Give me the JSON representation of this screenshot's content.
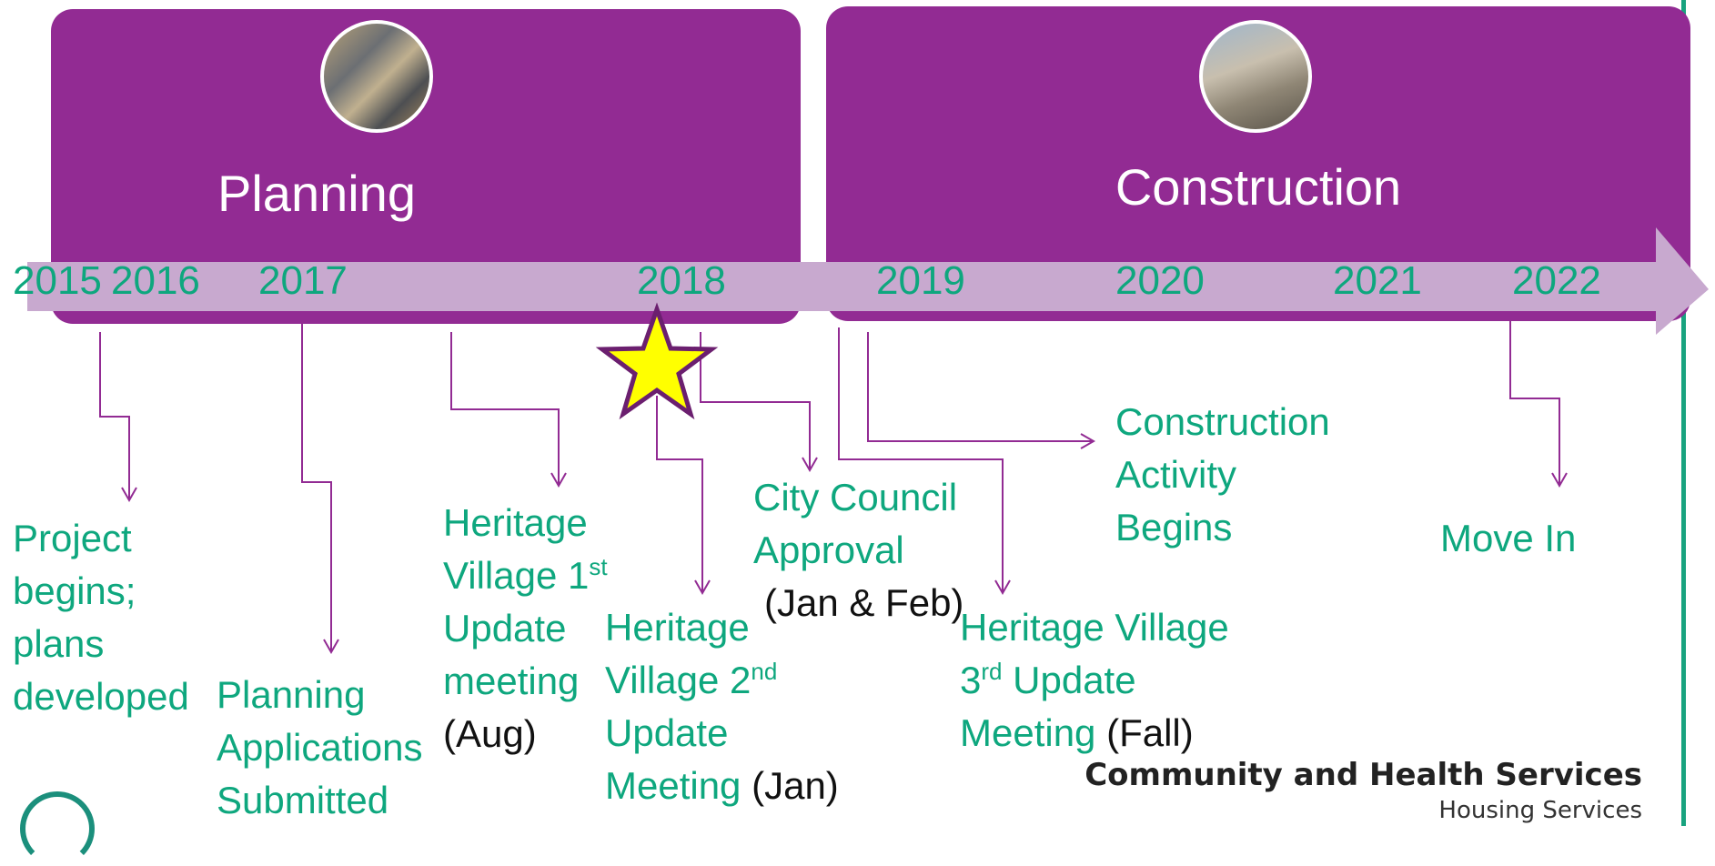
{
  "phases": {
    "planning": {
      "title": "Planning",
      "photo_icon": "building-photo-icon"
    },
    "construction": {
      "title": "Construction",
      "photo_icon": "building-photo-icon"
    }
  },
  "years": [
    "2015",
    "2016",
    "2017",
    "2018",
    "2019",
    "2020",
    "2021",
    "2022"
  ],
  "milestones": {
    "project_begins": {
      "line1": "Project",
      "line2": "begins;",
      "line3": "plans",
      "line4": "developed"
    },
    "planning_apps": {
      "line1": "Planning",
      "line2": "Applications",
      "line3": "Submitted"
    },
    "heritage_1": {
      "line1": "Heritage",
      "line2a": "Village 1",
      "line2sup": "st",
      "line3": "Update",
      "line4": "meeting",
      "line5": "(Aug)"
    },
    "heritage_2": {
      "line1": "Heritage",
      "line2a": "Village 2",
      "line2sup": "nd",
      "line3": "Update",
      "line4": "Meeting",
      "note": "(Jan)"
    },
    "council": {
      "line1": "City Council",
      "line2": "Approval",
      "note": "(Jan & Feb)"
    },
    "heritage_3": {
      "line1": "Heritage Village",
      "line2a": "3",
      "line2sup": "rd",
      "line2b": " Update",
      "line3": "Meeting",
      "note": "(Fall)"
    },
    "construction_begins": {
      "line1": "Construction",
      "line2": "Activity",
      "line3": "Begins"
    },
    "move_in": {
      "line1": "Move In"
    }
  },
  "footer": {
    "organization": "Community and Health Services",
    "department": "Housing Services"
  },
  "colors": {
    "phase_fill": "#922b93",
    "timeline_band": "#c8a9cf",
    "accent_text": "#0ea77e",
    "connector": "#922b93",
    "star_fill": "#ffff00"
  }
}
